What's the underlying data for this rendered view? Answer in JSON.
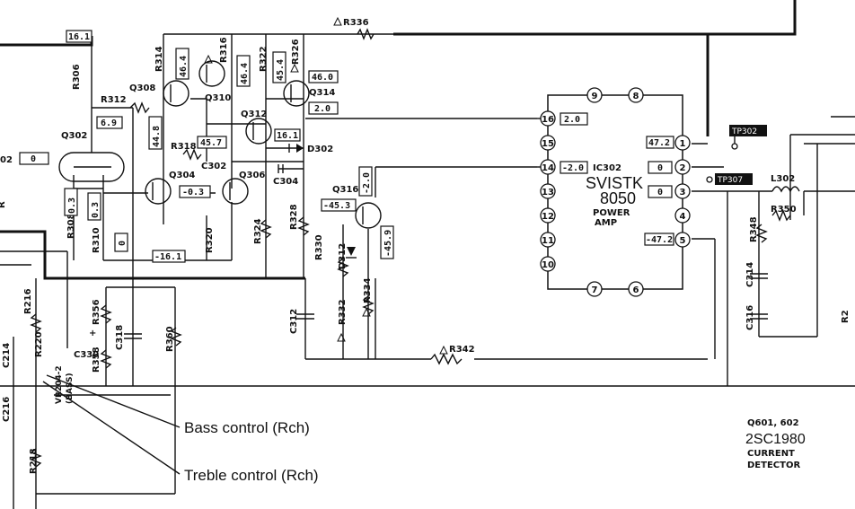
{
  "ic": {
    "ref": "IC302",
    "part": "SVISTK",
    "number": "8050",
    "func_line1": "POWER",
    "func_line2": "AMP",
    "pins": [
      "1",
      "2",
      "3",
      "4",
      "5",
      "6",
      "7",
      "8",
      "9",
      "10",
      "11",
      "12",
      "13",
      "14",
      "15",
      "16"
    ],
    "pin_voltages": {
      "p16": "2.0",
      "p14": "-2.0",
      "p1": "47.2",
      "p2": "0",
      "p3": "0",
      "p5": "-47.2"
    }
  },
  "transistors": [
    "Q302",
    "Q304",
    "Q306",
    "Q308",
    "Q310",
    "Q312",
    "Q314",
    "Q316"
  ],
  "resistors": [
    "R306",
    "R312",
    "R314",
    "R316",
    "R318",
    "R320",
    "R322",
    "R324",
    "R326",
    "R328",
    "R330",
    "R332",
    "R334",
    "R336",
    "R342",
    "R348",
    "R350",
    "R356",
    "R358",
    "R360",
    "R308",
    "R310",
    "R216",
    "R218",
    "R220"
  ],
  "capacitors": [
    "C302",
    "C304",
    "C312",
    "C314",
    "C316",
    "C318",
    "C330",
    "C214",
    "C216"
  ],
  "diodes": [
    "D302",
    "D312"
  ],
  "inductors": [
    "L302"
  ],
  "test_points": [
    "TP302",
    "TP307"
  ],
  "vr": {
    "line1": "VR204-2",
    "line2": "(BASS)"
  },
  "voltages": {
    "v161": "16.1",
    "v69": "6.9",
    "v0a": "0",
    "v03a": "0.3",
    "v03b": "0.3",
    "v0b": "0",
    "v448": "44.8",
    "v464": "46.4",
    "v464b": "46.4",
    "v454": "45.4",
    "v460": "46.0",
    "v20": "2.0",
    "v457": "45.7",
    "v161b": "16.1",
    "vm03": "-0.3",
    "vm161": "-16.1",
    "vm20": "-2.0",
    "vm453": "-45.3",
    "vm459": "-45.9"
  },
  "callouts": {
    "bass": "Bass control (Rch)",
    "treble": "Treble control (Rch)"
  },
  "note": {
    "line1": "Q601, 602",
    "line2": "2SC1980",
    "line3": "CURRENT",
    "line4": "DETECTOR"
  },
  "misc": {
    "edge_q": "02",
    "plus": "+",
    "r_edge": "R",
    "r_edge2": "R2"
  }
}
